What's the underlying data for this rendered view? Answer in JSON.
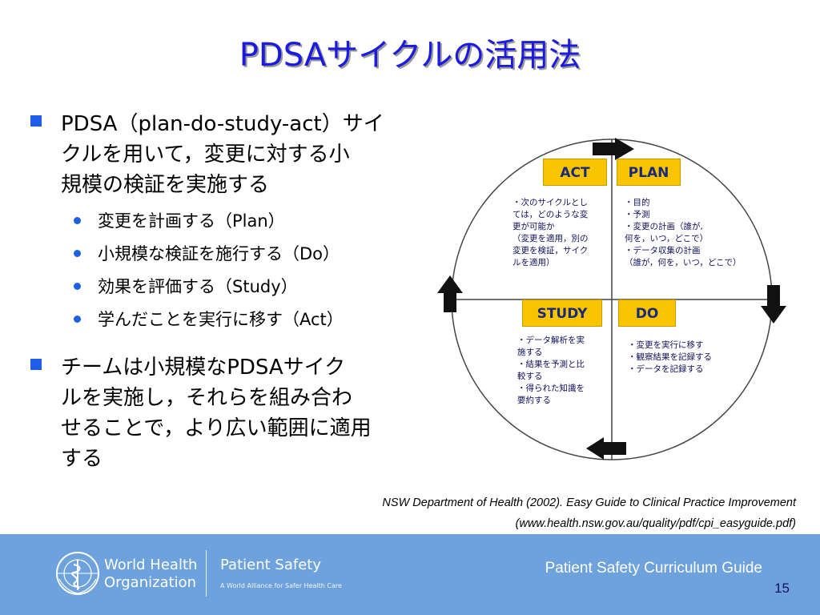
{
  "title": "PDSAサイクルの活用法",
  "bullets": [
    {
      "text": "PDSA（plan-do-study-act）サイクルを用いて，変更に対する小規模の検証を実施する",
      "lines": [
        "PDSA（plan-do-study-act）サイ",
        "クルを用いて，変更に対する小",
        "規模の検証を実施する"
      ],
      "sub": [
        "変更を計画する（Plan）",
        "小規模な検証を施行する（Do）",
        "効果を評価する（Study）",
        "学んだことを実行に移す（Act）"
      ]
    },
    {
      "text": "チームは小規模なPDSAサイクルを実施し，それらを組み合わせることで，より広い範囲に適用する",
      "lines": [
        "チームは小規模なPDSAサイク",
        "ルを実施し，それらを組み合わ",
        "せることで，より広い範囲に適用",
        "する"
      ]
    }
  ],
  "diagram": {
    "act": {
      "label": "ACT",
      "lines": [
        "・次のサイクルとし",
        "ては，どのような変",
        "更が可能か",
        "（変更を適用，別の",
        "変更を検証，サイク",
        "ルを適用）"
      ]
    },
    "plan": {
      "label": "PLAN",
      "lines": [
        "・目的",
        "・予測",
        "・変更の計画（誰が,",
        "何を，いつ，どこで）",
        "・データ収集の計画",
        "（誰が，何を，いつ，どこで）"
      ]
    },
    "study": {
      "label": "STUDY",
      "lines": [
        "・データ解析を実",
        "施する",
        "・結果を予測と比",
        "較する",
        "・得られた知識を",
        "要約する"
      ]
    },
    "do": {
      "label": "DO",
      "lines": [
        "・変更を実行に移す",
        "・観察結果を記録する",
        "・データを記録する"
      ]
    },
    "colors": {
      "label_bg": "#f8c400",
      "label_text": "#1a2a7a",
      "body_text": "#10105e"
    }
  },
  "citation": {
    "line1": "NSW Department of Health (2002). Easy Guide to Clinical Practice Improvement",
    "line2": "(www.health.nsw.gov.au/quality/pdf/cpi_easyguide.pdf)"
  },
  "footer": {
    "who_line1": "World Health",
    "who_line2": "Organization",
    "ps_title": "Patient Safety",
    "ps_sub": "A World Alliance for Safer Health Care",
    "guide": "Patient Safety Curriculum Guide",
    "page": "15",
    "bg_color": "#6ea2dc"
  }
}
